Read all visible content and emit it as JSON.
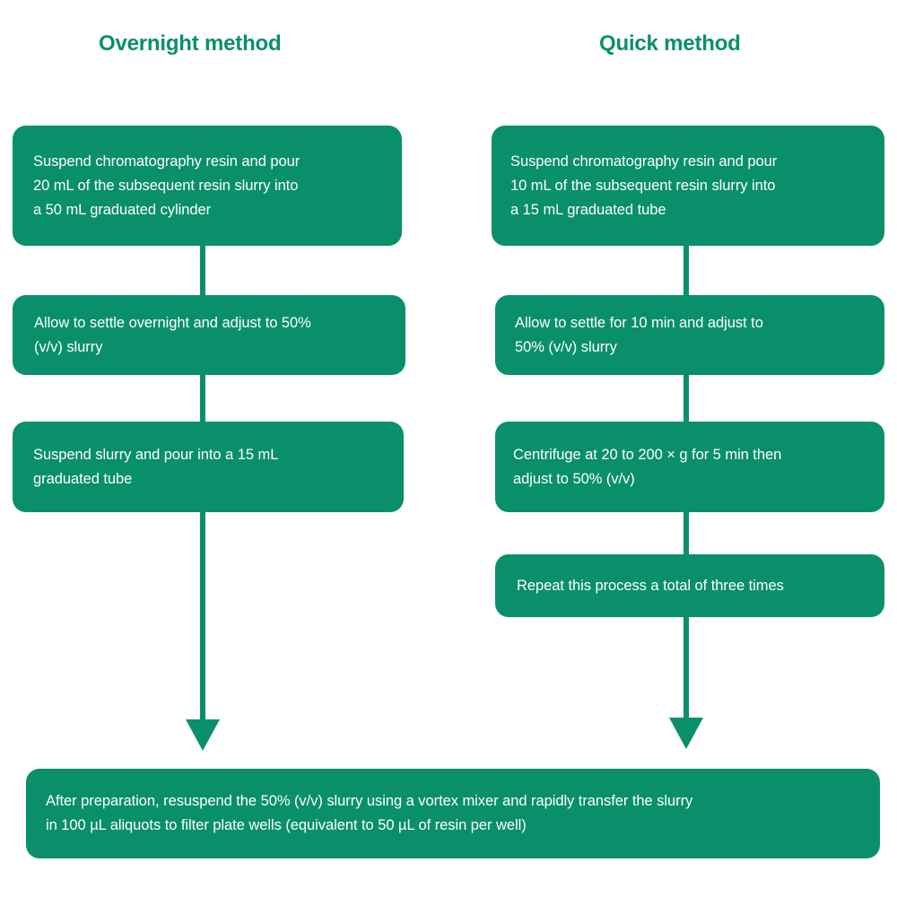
{
  "theme": {
    "brand_green": "#0a8f6b",
    "background": "#ffffff",
    "node_text_color": "#ffffff"
  },
  "columns": [
    {
      "id": "overnight",
      "title": "Overnight method",
      "steps": [
        "Suspend chromatography resin and pour\n20 mL of the subsequent resin slurry into\na 50 mL graduated cylinder",
        "Allow to settle overnight and adjust to 50%\n(v/v) slurry",
        "Suspend slurry and pour into a 15 mL\ngraduated tube"
      ]
    },
    {
      "id": "quick",
      "title": "Quick method",
      "steps": [
        "Suspend chromatography resin and pour\n10 mL of  the subsequent resin slurry into\na 15 mL graduated tube",
        "Allow to settle for 10 min and adjust to\n50% (v/v) slurry",
        "Centrifuge at 20 to 200 × g for 5 min then\nadjust to 50% (v/v)",
        "Repeat this process a total of three times"
      ]
    }
  ],
  "final_step": {
    "text": "After preparation, resuspend the 50% (v/v) slurry using a vortex mixer and rapidly transfer the slurry\nin 100 µL aliquots to filter plate wells (equivalent to 50 µL of resin per well)"
  }
}
